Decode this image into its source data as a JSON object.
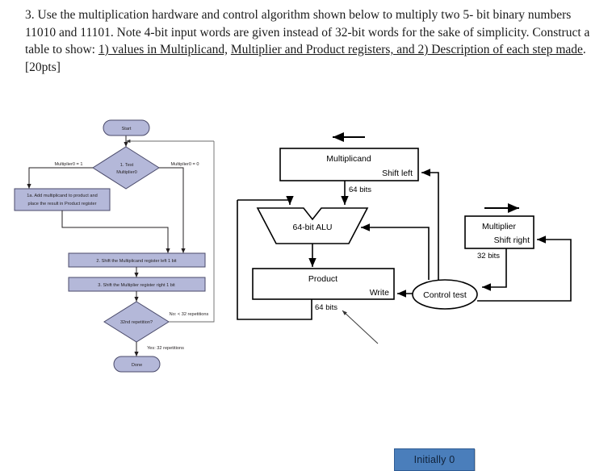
{
  "question": {
    "number": "3.",
    "line1": "3. Use the multiplication hardware and control algorithm shown below to multiply two 5-",
    "line2": "bit binary numbers 11010 and 11101. Note 4-bit input words are given instead of 32-bit",
    "line3_plain": "words for the sake of simplicity. Construct a table to show: ",
    "line3_underlined": "1) values in Multiplicand,",
    "line4_underlined": "Multiplier and Product registers, and 2) Description of each step made",
    "line4_tail": ". [20pts]"
  },
  "flowchart": {
    "start_label": "Start",
    "test_label_line1": "1.  Test",
    "test_label_line2": "Multiplier0",
    "branch_left_label": "Multiplier0 = 1",
    "branch_right_label": "Multiplier0 = 0",
    "step1a_line1": "1a.  Add multiplicand to product and",
    "step1a_line2": "place the result in Product register",
    "step2_label": "2.  Shift the Multiplicand register left 1 bit",
    "step3_label": "3.  Shift the Multiplier register right 1 bit",
    "repetition_label": "32nd repetition?",
    "no_label": "No: < 32 repetitions",
    "yes_label": "Yes: 32 repetitions",
    "done_label": "Done",
    "box_fill": "#b4b8d9",
    "box_stroke": "#4a4a6a"
  },
  "datapath": {
    "multiplicand_label": "Multiplicand",
    "multiplicand_shift": "Shift left",
    "multiplicand_bits": "64 bits",
    "alu_label": "64-bit ALU",
    "product_label": "Product",
    "product_write": "Write",
    "product_bits": "64 bits",
    "multiplier_label": "Multiplier",
    "multiplier_shift": "Shift right",
    "multiplier_bits": "32 bits",
    "control_label": "Control test"
  },
  "callout": {
    "initially_zero": "Initially 0",
    "fill": "#4a7ebb"
  }
}
